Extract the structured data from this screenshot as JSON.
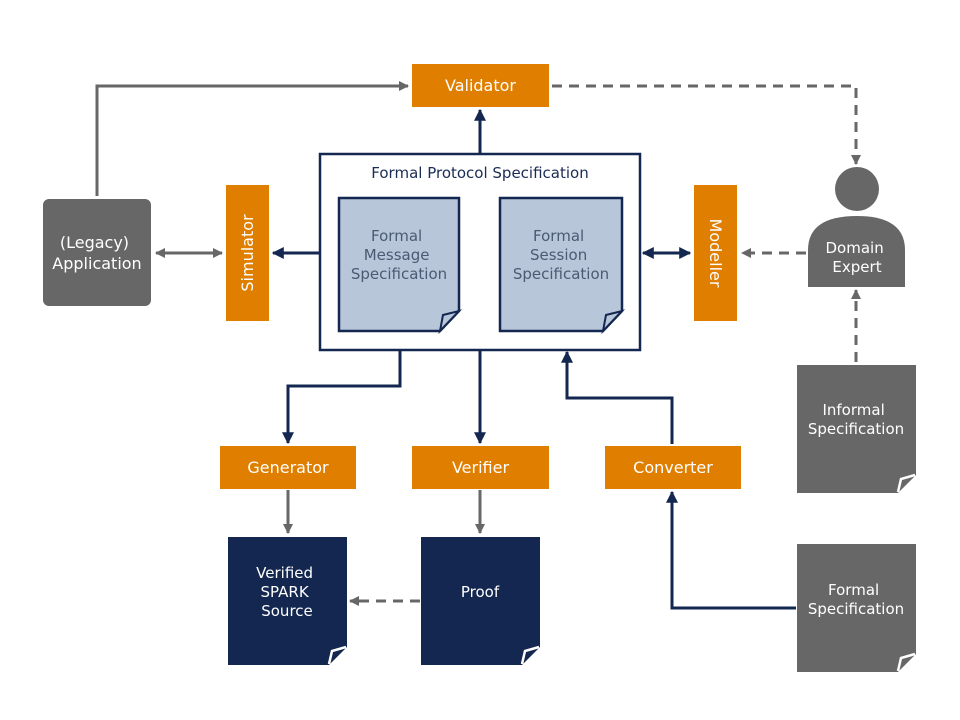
{
  "colors": {
    "orange": "#e07e00",
    "navy": "#132750",
    "gray": "#676767",
    "light_doc": "#b8c6d9",
    "light_arrow": "#b8c6d9",
    "white": "#ffffff"
  },
  "nodes": {
    "validator": "Validator",
    "simulator": "Simulator",
    "modeller": "Modeller",
    "generator": "Generator",
    "verifier": "Verifier",
    "converter": "Converter",
    "legacy_application": [
      "(Legacy)",
      "Application"
    ],
    "domain_expert": [
      "Domain",
      "Expert"
    ],
    "formal_protocol_specification": "Formal Protocol Specification",
    "formal_message_specification": [
      "Formal",
      "Message",
      "Specification"
    ],
    "formal_session_specification": [
      "Formal",
      "Session",
      "Specification"
    ],
    "informal_specification": [
      "Informal",
      "Specification"
    ],
    "formal_specification": [
      "Formal",
      "Specification"
    ],
    "verified_spark_source": [
      "Verified",
      "SPARK",
      "Source"
    ],
    "proof": [
      "Proof"
    ]
  },
  "icons": {
    "domain_expert": "person-icon",
    "document": "document-icon"
  }
}
